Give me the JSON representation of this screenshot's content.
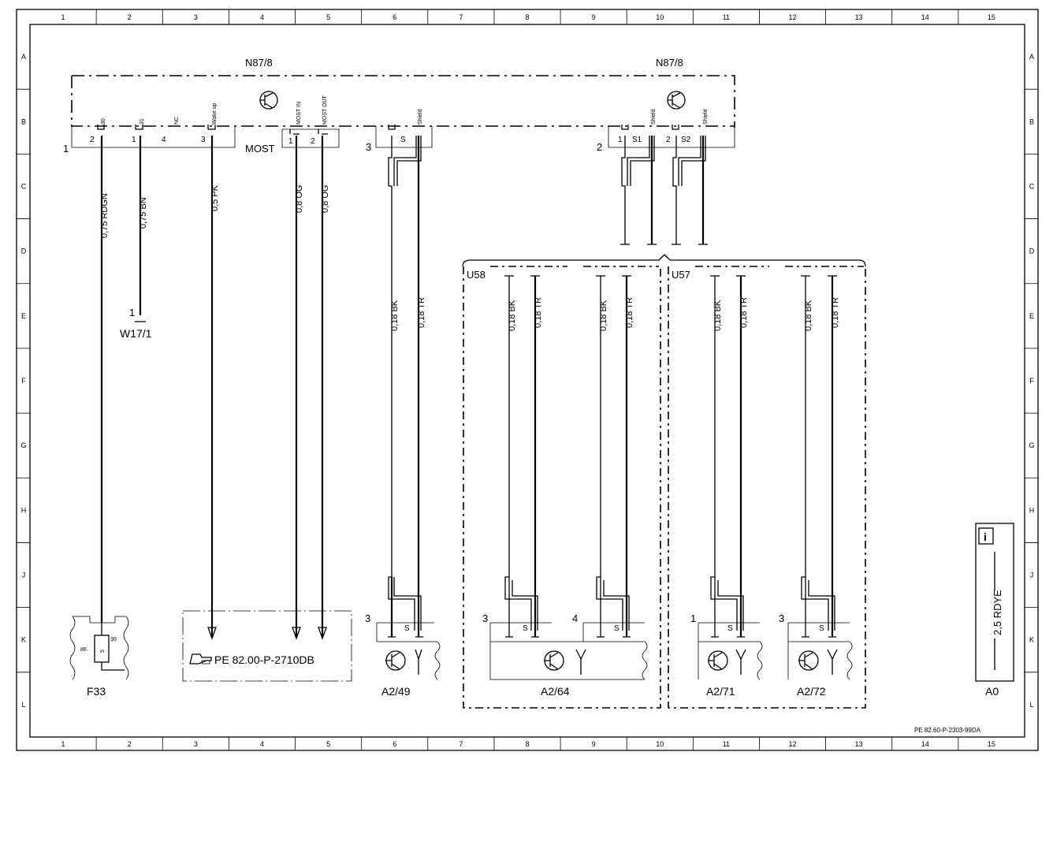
{
  "grid": {
    "columns": [
      "1",
      "2",
      "3",
      "4",
      "5",
      "6",
      "7",
      "8",
      "9",
      "10",
      "11",
      "12",
      "13",
      "14",
      "15"
    ],
    "rows": [
      "A",
      "B",
      "C",
      "D",
      "E",
      "F",
      "G",
      "H",
      "J",
      "K",
      "L"
    ]
  },
  "components": {
    "n87_left": "N87/8",
    "n87_right": "N87/8",
    "u58": "U58",
    "u57": "U57",
    "w17": "W17/1",
    "f33": "F33",
    "a2_49": "A2/49",
    "a2_64": "A2/64",
    "a2_71": "A2/71",
    "a2_72": "A2/72",
    "a0": "A0",
    "most": "MOST"
  },
  "connector_labels": {
    "pin_30": "30",
    "pin_31": "31",
    "pin_nc": "NC",
    "wake_up": "Wake up",
    "most_in": "MOST IN",
    "most_out": "MOST OUT",
    "shield": "Shield",
    "s": "S",
    "s1": "S1",
    "s2": "S2",
    "f33_86": "86",
    "f33_30": "30",
    "f33_fuse": "5"
  },
  "pin_numbers": {
    "p1": "1",
    "p2": "2",
    "p3": "3",
    "p4": "4"
  },
  "wires": {
    "rdgn": "0,75 RDGN",
    "bn": "0,75 BN",
    "pk": "0,5 PK",
    "og": "0,8 OG",
    "bk": "0,18 BK",
    "tr": "0,18 TR",
    "rdye": "2,5 RDYE"
  },
  "reference": "PE 82.00-P-2710DB",
  "document_id": "PE 82.60-P-2303-99DA",
  "info_icon": "i"
}
